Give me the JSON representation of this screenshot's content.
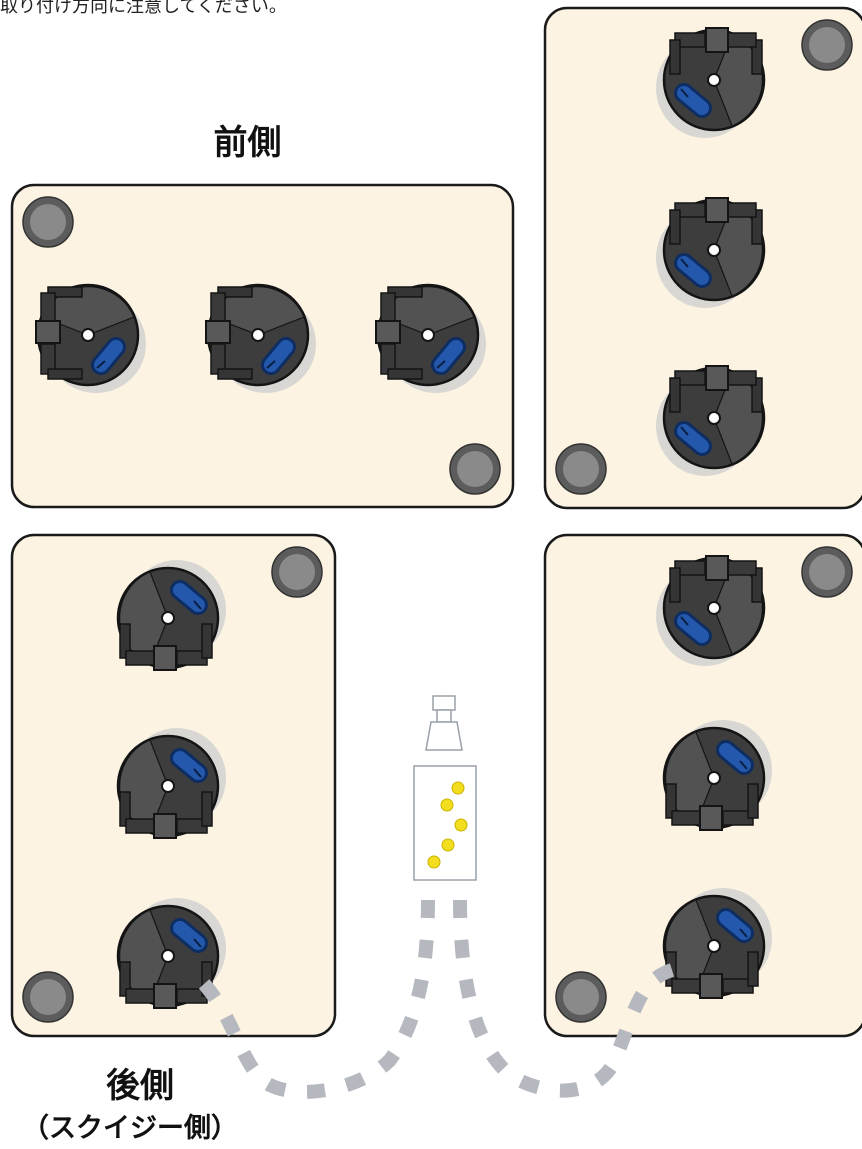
{
  "caption": "取り付け方向に注意してください。",
  "labels": {
    "front": "前側",
    "rear": "後側",
    "rear_sub": "（スクイジー側）"
  },
  "colors": {
    "panel_fill": "#fcf3e2",
    "panel_stroke": "#1a1a1a",
    "knob_dark": "#454545",
    "knob_light": "#595959",
    "port_blue": "#1c4f9c",
    "foot_gray": "#808080",
    "tube_dash": "#b5b8bf",
    "bead_yellow": "#f2dd1e"
  },
  "panels": [
    {
      "id": "front",
      "fittings_orientation": "fitting-left"
    },
    {
      "id": "right-top",
      "fittings_orientation": "fitting-top"
    },
    {
      "id": "left-bottom",
      "fittings_orientation": "fitting-bottom"
    },
    {
      "id": "right-bottom",
      "fittings_orientation": "fitting-top, fitting-bottom, fitting-bottom"
    }
  ]
}
